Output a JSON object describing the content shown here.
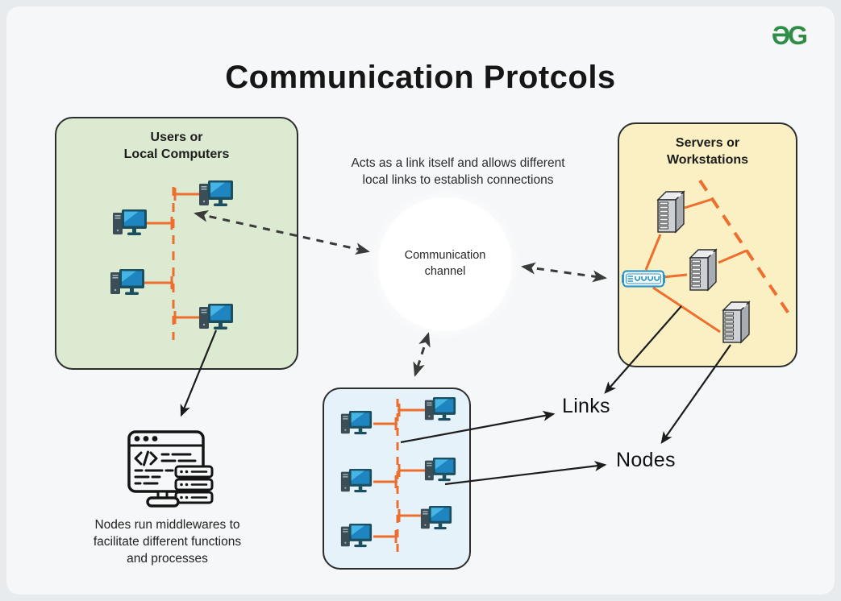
{
  "header": {
    "title": "Communication Protcols",
    "logo_text": "ƏG"
  },
  "users_box": {
    "title": "Users or\nLocal Computers"
  },
  "servers_box": {
    "title": "Servers or\nWorkstations"
  },
  "channel": {
    "label": "Communication\nchannel",
    "note": "Acts as a link itself and allows different\nlocal links to establish connections"
  },
  "labels": {
    "links": "Links",
    "nodes": "Nodes"
  },
  "caption": {
    "middleware": "Nodes run middlewares to\nfacilitate different functions\nand processes"
  },
  "icons": [
    "geeksforgeeks-logo",
    "desktop-computer-icon",
    "server-tower-icon",
    "network-switch-icon",
    "browser-middleware-icon"
  ],
  "colors": {
    "background": "#e7ebee",
    "card": "#f5f7f8",
    "users_box_fill": "#dcead2",
    "servers_box_fill": "#fbf0c3",
    "middleware_box_fill": "#e6f2f9",
    "box_border": "#2d2d2d",
    "link_orange": "#ee6f2d",
    "arrow_black": "#1c1c1c",
    "connector_gray": "#3a3a3a",
    "channel_fill": "#ffffff",
    "logo_green": "#2f8d46",
    "pc_screen_blue": "#2aa3dc",
    "switch_blue": "#2f97c6"
  }
}
